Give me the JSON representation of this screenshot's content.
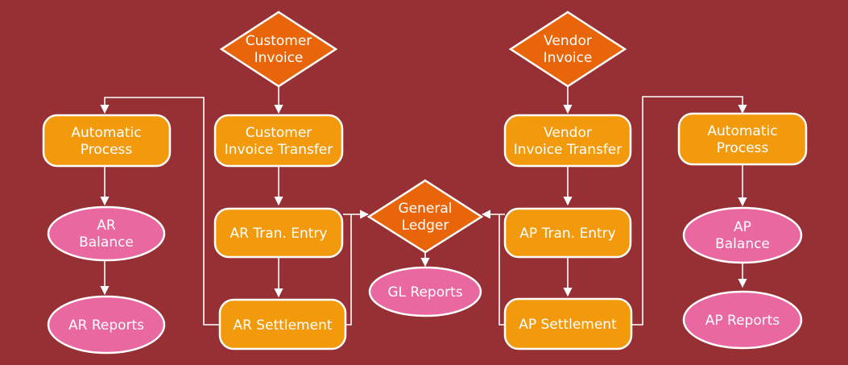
{
  "title": "AR/AP General Ledger Flow",
  "colors": {
    "background": "#963034",
    "decision": "#e8650a",
    "process": "#f29a0c",
    "terminal": "#e8689f",
    "stroke": "#ffffff"
  },
  "nodes": {
    "customer_invoice": {
      "lines": [
        "Customer",
        "Invoice"
      ],
      "shape": "diamond"
    },
    "vendor_invoice": {
      "lines": [
        "Vendor",
        "Invoice"
      ],
      "shape": "diamond"
    },
    "general_ledger": {
      "lines": [
        "General",
        "Ledger"
      ],
      "shape": "diamond"
    },
    "ar_automatic_process": {
      "lines": [
        "Automatic",
        "Process"
      ],
      "shape": "rounded-rect"
    },
    "customer_invoice_transfer": {
      "lines": [
        "Customer",
        "Invoice Transfer"
      ],
      "shape": "rounded-rect"
    },
    "ar_tran_entry": {
      "lines": [
        "AR Tran. Entry"
      ],
      "shape": "rounded-rect"
    },
    "ar_settlement": {
      "lines": [
        "AR Settlement"
      ],
      "shape": "rounded-rect"
    },
    "ar_balance": {
      "lines": [
        "AR",
        "Balance"
      ],
      "shape": "ellipse"
    },
    "ar_reports": {
      "lines": [
        "AR Reports"
      ],
      "shape": "ellipse"
    },
    "gl_reports": {
      "lines": [
        "GL Reports"
      ],
      "shape": "ellipse"
    },
    "vendor_invoice_transfer": {
      "lines": [
        "Vendor",
        "Invoice Transfer"
      ],
      "shape": "rounded-rect"
    },
    "ap_tran_entry": {
      "lines": [
        "AP Tran. Entry"
      ],
      "shape": "rounded-rect"
    },
    "ap_settlement": {
      "lines": [
        "AP Settlement"
      ],
      "shape": "rounded-rect"
    },
    "ap_automatic_process": {
      "lines": [
        "Automatic",
        "Process"
      ],
      "shape": "rounded-rect"
    },
    "ap_balance": {
      "lines": [
        "AP",
        "Balance"
      ],
      "shape": "ellipse"
    },
    "ap_reports": {
      "lines": [
        "AP Reports"
      ],
      "shape": "ellipse"
    }
  },
  "edges": [
    {
      "from": "customer_invoice",
      "to": "customer_invoice_transfer"
    },
    {
      "from": "customer_invoice_transfer",
      "to": "ar_tran_entry"
    },
    {
      "from": "ar_tran_entry",
      "to": "ar_settlement"
    },
    {
      "from": "ar_tran_entry",
      "to": "general_ledger"
    },
    {
      "from": "ar_settlement",
      "to": "general_ledger"
    },
    {
      "from": "ar_settlement",
      "to": "ar_automatic_process"
    },
    {
      "from": "ar_automatic_process",
      "to": "ar_balance"
    },
    {
      "from": "ar_balance",
      "to": "ar_reports"
    },
    {
      "from": "general_ledger",
      "to": "gl_reports"
    },
    {
      "from": "vendor_invoice",
      "to": "vendor_invoice_transfer"
    },
    {
      "from": "vendor_invoice_transfer",
      "to": "ap_tran_entry"
    },
    {
      "from": "ap_tran_entry",
      "to": "ap_settlement"
    },
    {
      "from": "ap_tran_entry",
      "to": "general_ledger"
    },
    {
      "from": "ap_settlement",
      "to": "general_ledger"
    },
    {
      "from": "ap_settlement",
      "to": "ap_automatic_process"
    },
    {
      "from": "ap_automatic_process",
      "to": "ap_balance"
    },
    {
      "from": "ap_balance",
      "to": "ap_reports"
    }
  ]
}
